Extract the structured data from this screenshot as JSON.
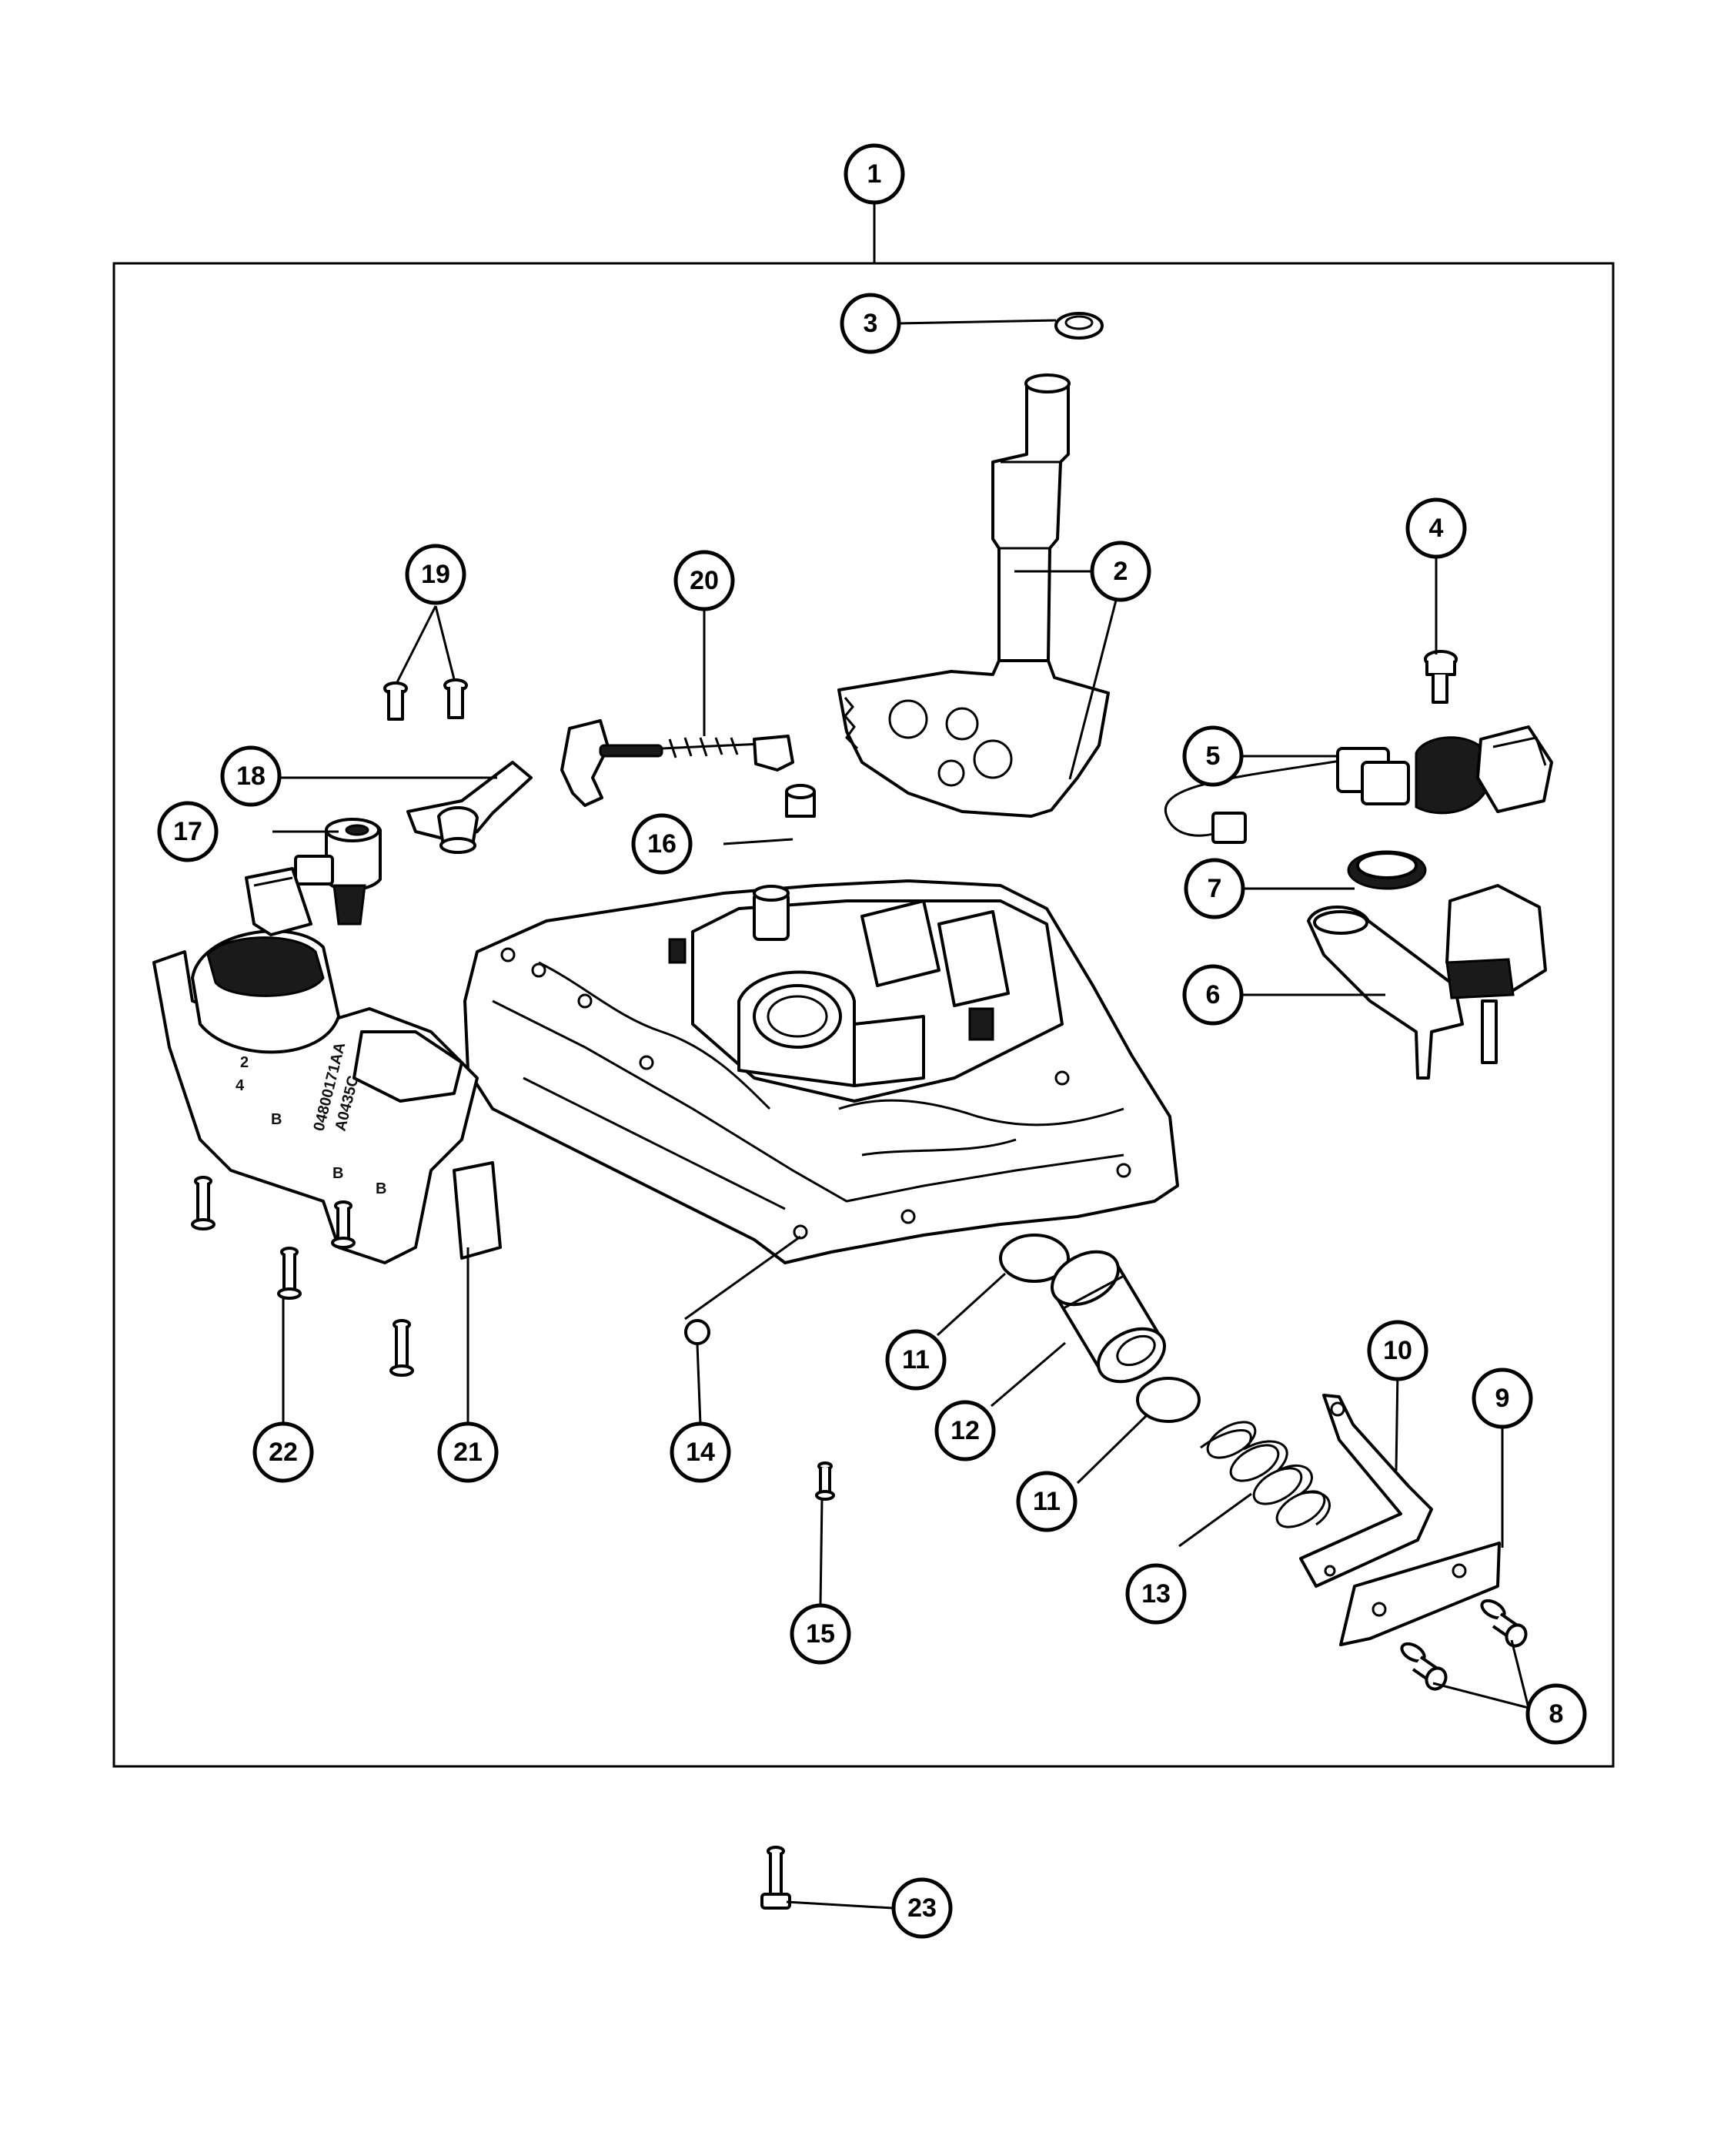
{
  "callouts": [
    {
      "id": "1",
      "label": "1"
    },
    {
      "id": "2",
      "label": "2"
    },
    {
      "id": "3",
      "label": "3"
    },
    {
      "id": "4",
      "label": "4"
    },
    {
      "id": "5",
      "label": "5"
    },
    {
      "id": "6",
      "label": "6"
    },
    {
      "id": "7",
      "label": "7"
    },
    {
      "id": "8",
      "label": "8"
    },
    {
      "id": "9",
      "label": "9"
    },
    {
      "id": "10",
      "label": "10"
    },
    {
      "id": "11a",
      "label": "11"
    },
    {
      "id": "11b",
      "label": "11"
    },
    {
      "id": "12",
      "label": "12"
    },
    {
      "id": "13",
      "label": "13"
    },
    {
      "id": "14",
      "label": "14"
    },
    {
      "id": "15",
      "label": "15"
    },
    {
      "id": "16",
      "label": "16"
    },
    {
      "id": "17",
      "label": "17"
    },
    {
      "id": "18",
      "label": "18"
    },
    {
      "id": "19",
      "label": "19"
    },
    {
      "id": "20",
      "label": "20"
    },
    {
      "id": "21",
      "label": "21"
    },
    {
      "id": "22",
      "label": "22"
    },
    {
      "id": "23",
      "label": "23"
    }
  ],
  "stamps": {
    "part_number": "04800171AA",
    "code": "A0435C",
    "digit_2": "2",
    "digit_4": "4",
    "letter_b1": "B",
    "letter_b2": "B",
    "letter_b3": "B"
  }
}
